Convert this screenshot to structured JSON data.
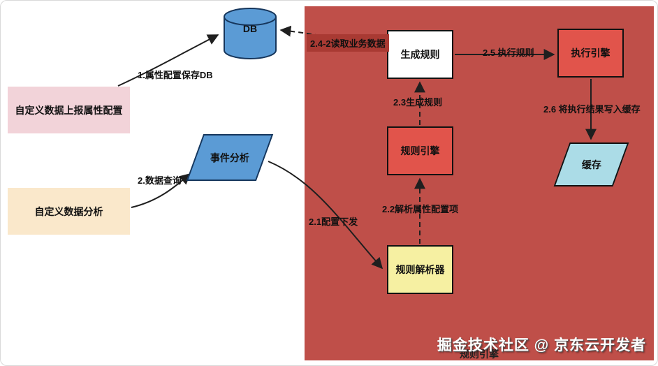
{
  "diagram": {
    "title_caption": "规则引擎",
    "watermark": "掘金技术社区 @ 京东云开发者",
    "nodes": {
      "db": {
        "label": "DB",
        "shape": "cylinder"
      },
      "attr_config": {
        "label": "自定义数据上报属性配置",
        "shape": "rect"
      },
      "data_analysis": {
        "label": "自定义数据分析",
        "shape": "rect"
      },
      "event_analysis": {
        "label": "事件分析",
        "shape": "parallelogram"
      },
      "generate_rules": {
        "label": "生成规则",
        "shape": "rect"
      },
      "rule_engine": {
        "label": "规则引擎",
        "shape": "rect"
      },
      "rule_parser": {
        "label": "规则解析器",
        "shape": "rect"
      },
      "exec_engine": {
        "label": "执行引擎",
        "shape": "rect"
      },
      "cache": {
        "label": "缓存",
        "shape": "parallelogram"
      }
    },
    "edges": {
      "e1": {
        "label": "1.属性配置保存DB",
        "from": "attr_config",
        "to": "db",
        "style": "solid"
      },
      "e2": {
        "label": "2.数据查询",
        "from": "data_analysis",
        "to": "event_analysis",
        "style": "solid"
      },
      "e21": {
        "label": "2.1配置下发",
        "from": "event_analysis",
        "to": "rule_parser",
        "style": "solid"
      },
      "e22": {
        "label": "2.2解析属性配置项",
        "from": "rule_parser",
        "to": "rule_engine",
        "style": "dashed"
      },
      "e23": {
        "label": "2.3生成规则",
        "from": "rule_engine",
        "to": "generate_rules",
        "style": "dashed"
      },
      "e242": {
        "label": "2.4-2读取业务数据",
        "from": "generate_rules",
        "to": "db",
        "style": "dashed"
      },
      "e25": {
        "label": "2.5 执行规则",
        "from": "generate_rules",
        "to": "exec_engine",
        "style": "solid"
      },
      "e26": {
        "label": "2.6 将执行结果写入缓存",
        "from": "exec_engine",
        "to": "cache",
        "style": "solid"
      }
    },
    "colors": {
      "panel": "#bf4f49",
      "badge": "#a93a33",
      "pink": "#f2d3d9",
      "tan": "#fae8cb",
      "blue": "#5b9bd5",
      "blue_border": "#16365c",
      "node_red": "#e1544b",
      "yellow": "#f6f0a2",
      "cyan": "#abdce7",
      "edge": "#1f1f1f"
    }
  }
}
